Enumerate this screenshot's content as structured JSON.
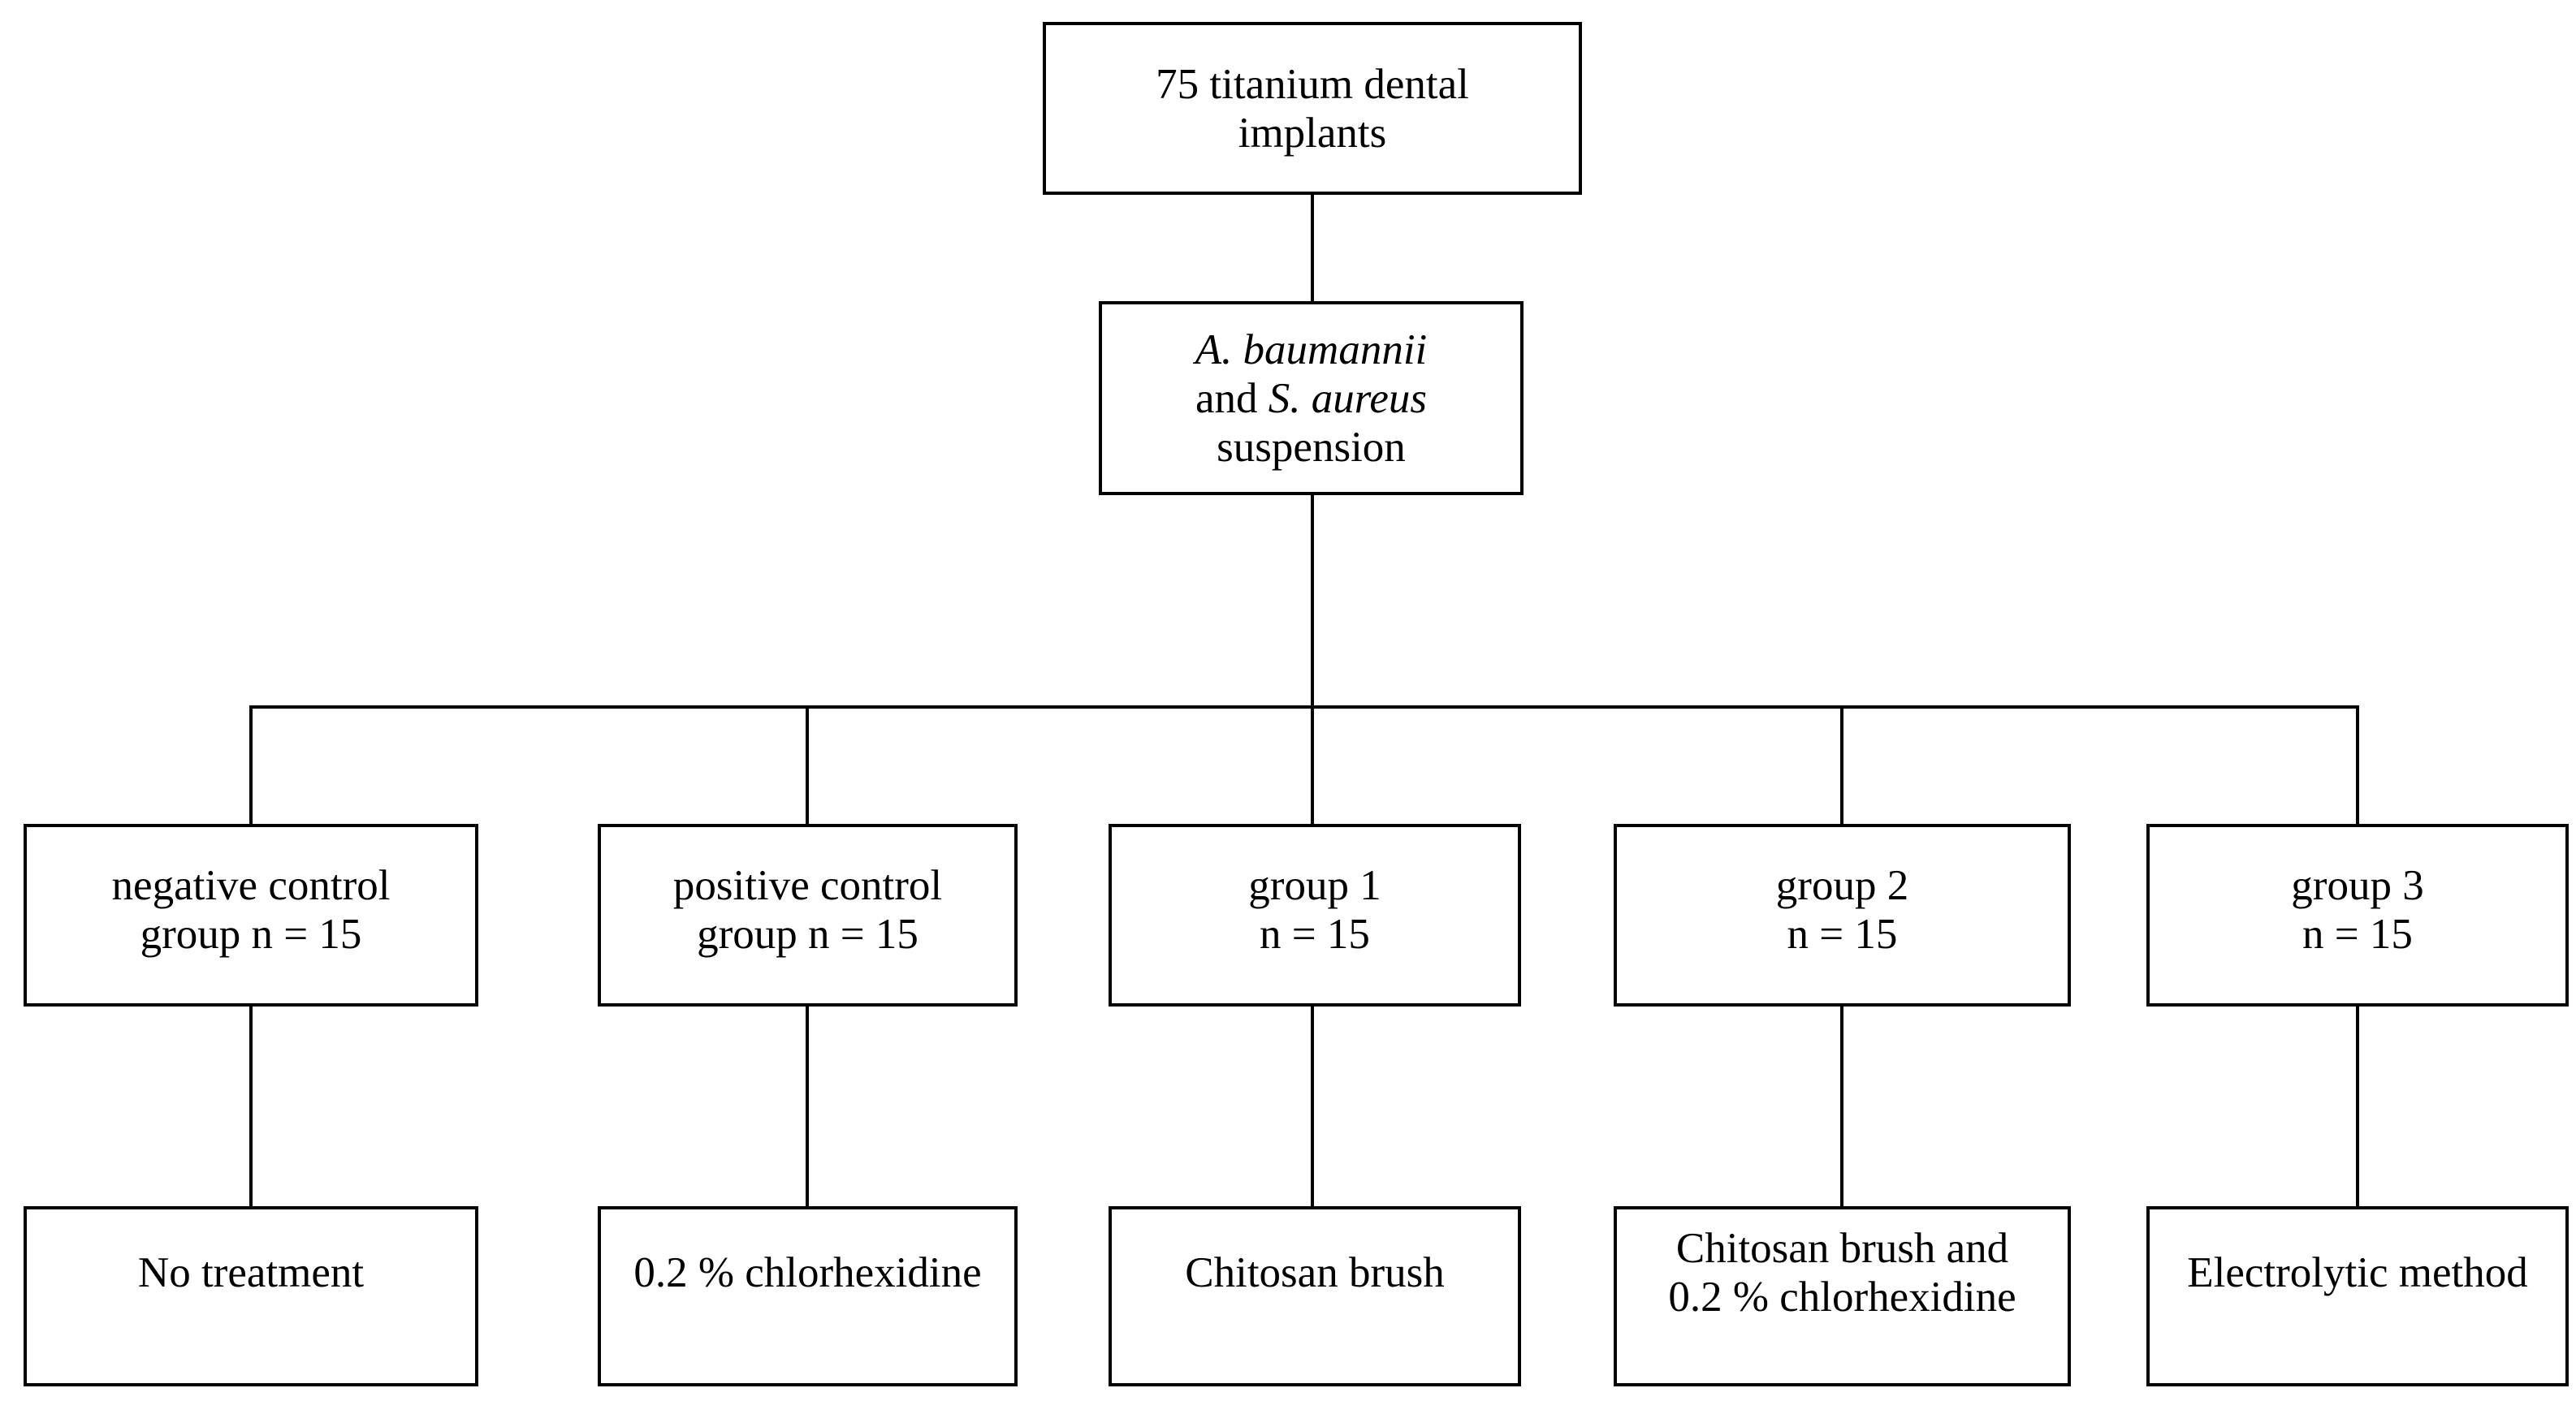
{
  "figure": {
    "background_color": "#ffffff",
    "line_color": "#000000",
    "text_color": "#000000",
    "root_box": {
      "line1": "75 titanium dental",
      "line2": "implants"
    },
    "suspension_box": {
      "line1_italic": "A. baumannii",
      "line2_word": "and",
      "line2_italic": "S. aureus",
      "line3": "suspension"
    },
    "columns": [
      {
        "group_line1": "negative control",
        "group_line2": "group n = 15",
        "treatment_line1": "No treatment",
        "treatment_line2": ""
      },
      {
        "group_line1": "positive control",
        "group_line2": "group n = 15",
        "treatment_line1": "0.2 % chlorhexidine",
        "treatment_line2": ""
      },
      {
        "group_line1": "group 1",
        "group_line2": "n = 15",
        "treatment_line1": "Chitosan brush",
        "treatment_line2": ""
      },
      {
        "group_line1": "group 2",
        "group_line2": "n = 15",
        "treatment_line1": "Chitosan brush and",
        "treatment_line2": "0.2 % chlorhexidine"
      },
      {
        "group_line1": "group 3",
        "group_line2": "n = 15",
        "treatment_line1": "Electrolytic method",
        "treatment_line2": ""
      }
    ]
  }
}
